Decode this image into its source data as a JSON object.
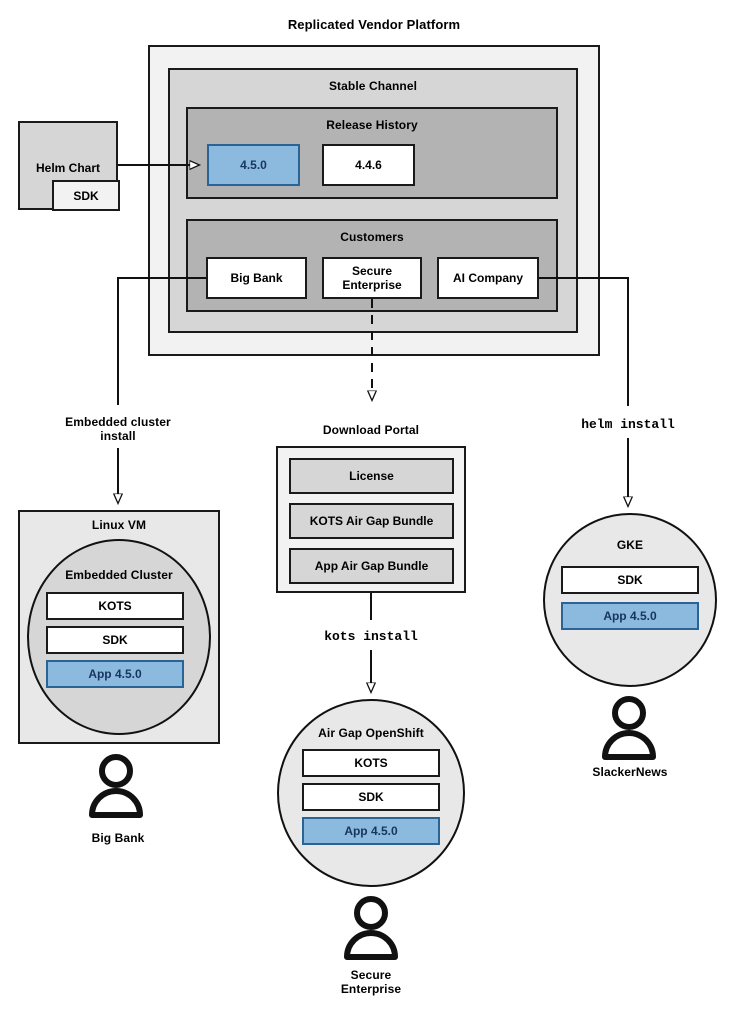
{
  "diagram": {
    "title": "Replicated Vendor Platform",
    "platform": {
      "stable_channel": {
        "label": "Stable Channel",
        "release_history": {
          "label": "Release History",
          "releases": [
            {
              "version": "4.5.0",
              "highlighted": true
            },
            {
              "version": "4.4.6",
              "highlighted": false
            }
          ]
        },
        "customers": {
          "label": "Customers",
          "items": [
            {
              "name": "Big Bank"
            },
            {
              "name": "Secure\nEnterprise"
            },
            {
              "name": "AI Company"
            }
          ]
        }
      }
    },
    "source": {
      "helm_chart": {
        "label": "Helm Chart",
        "sdk": "SDK"
      }
    },
    "connector_labels": {
      "embedded_cluster_install": "Embedded cluster\ninstall",
      "helm_install": "helm install",
      "kots_install": "kots install"
    },
    "download_portal": {
      "label": "Download Portal",
      "artifacts": [
        "License",
        "KOTS Air Gap Bundle",
        "App Air Gap Bundle"
      ]
    },
    "targets": [
      {
        "id": "linux-vm",
        "label": "Linux VM",
        "inner_label": "Embedded Cluster",
        "components": [
          {
            "name": "KOTS",
            "highlighted": false
          },
          {
            "name": "SDK",
            "highlighted": false
          },
          {
            "name": "App 4.5.0",
            "highlighted": true
          }
        ],
        "customer": "Big Bank"
      },
      {
        "id": "air-gap-openshift",
        "label": "Air Gap OpenShift",
        "components": [
          {
            "name": "KOTS",
            "highlighted": false
          },
          {
            "name": "SDK",
            "highlighted": false
          },
          {
            "name": "App 4.5.0",
            "highlighted": true
          }
        ],
        "customer": "Secure\nEnterprise"
      },
      {
        "id": "gke",
        "label": "GKE",
        "components": [
          {
            "name": "SDK",
            "highlighted": false
          },
          {
            "name": "App 4.5.0",
            "highlighted": true
          }
        ],
        "customer": "SlackerNews"
      }
    ],
    "colors": {
      "highlight_fill": "#8cb9de",
      "highlight_border": "#2a6496",
      "highlight_text": "#17365d",
      "stroke": "#1a1a1a",
      "platform_fill": "#f2f2f2",
      "channel_fill": "#d6d6d6",
      "section_fill": "#b3b3b3",
      "surface_fill": "#e8e8e8"
    }
  }
}
